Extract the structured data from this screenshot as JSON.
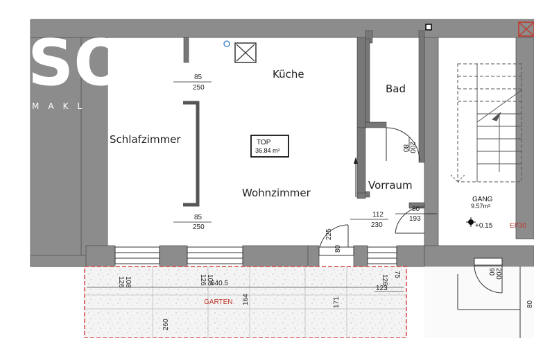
{
  "rooms": {
    "kueche": "Küche",
    "bad": "Bad",
    "schlafzimmer": "Schlafzimmer",
    "wohnzimmer": "Wohnzimmer",
    "vorraum": "Vorraum",
    "gang": "GANG",
    "garten": "GARTEN"
  },
  "top_label": {
    "title": "TOP",
    "area": "36.84 m²"
  },
  "gang_area": "9.57m²",
  "level": "+0.15",
  "ei_label": "EI²30",
  "dimensions": {
    "window_top_a": "85",
    "window_top_b": "250",
    "window_bottom_a": "85",
    "window_bottom_b": "250",
    "bad_door_a": "80",
    "bad_door_b": "200",
    "vorraum_a": "112",
    "vorraum_b": "230",
    "gang_door_a": "80",
    "gang_door_b": "193",
    "entry_a": "225",
    "entry_b": "80",
    "win1_a": "108",
    "win1_b": "126",
    "win2_a": "108",
    "win2_b": "126",
    "win3_a": "126",
    "win3_b": "75",
    "garden_width": "640.5",
    "garden_side": "123",
    "garden_164": "164",
    "garden_171": "171",
    "garden_260": "260",
    "right_door_a": "90",
    "right_door_b": "200",
    "right_edge": "80"
  },
  "logo": {
    "letters": "SO",
    "sub": "MAKL"
  },
  "colors": {
    "wall": "#8c8c8c",
    "wall_dark": "#6f6f6f",
    "garden_line": "#d64545",
    "marker_blue": "#3a78c8"
  }
}
